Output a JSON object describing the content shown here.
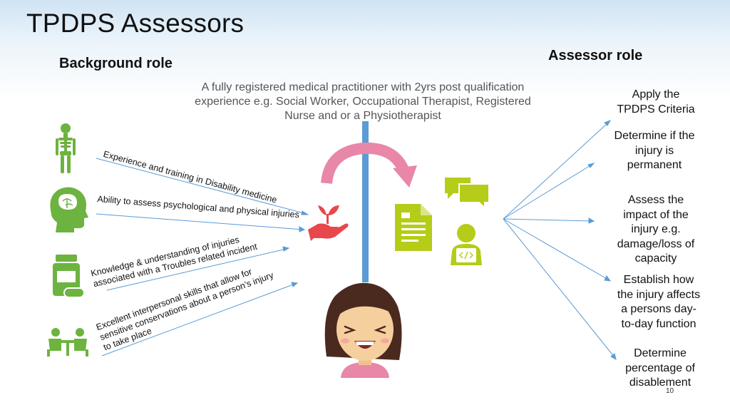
{
  "title": "TPDPS Assessors",
  "background_role": {
    "heading": "Background role",
    "description": "A fully registered medical practitioner with 2yrs post qualification experience e.g. Social Worker, Occupational Therapist, Registered Nurse and or a Physiotherapist",
    "skills": [
      {
        "label": "Experience and training in Disability medicine",
        "icon": "skeleton-icon"
      },
      {
        "label": "Ability to assess psychological and physical injuries",
        "icon": "head-brain-icon"
      },
      {
        "label_lines": [
          "Knowledge & understanding of injuries",
          "associated with a Troubles related incident"
        ],
        "icon": "medicine-bottle-icon"
      },
      {
        "label_lines": [
          "Excellent interpersonal skills that allow for",
          "sensitive conservations about a person’s injury",
          "to take place"
        ],
        "icon": "meeting-icon"
      }
    ]
  },
  "assessor_role": {
    "heading": "Assessor role",
    "items": [
      {
        "lines": [
          "Apply the",
          "TPDPS Criteria"
        ]
      },
      {
        "lines": [
          "Determine if the",
          "injury is",
          "permanent"
        ]
      },
      {
        "lines": [
          "Assess the",
          "impact of the",
          "injury e.g.",
          "damage/loss of",
          "capacity"
        ]
      },
      {
        "lines": [
          "Establish how",
          "the injury affects",
          "a persons day-",
          "to-day function"
        ]
      },
      {
        "lines": [
          "Determine",
          "percentage of",
          "disablement"
        ]
      }
    ]
  },
  "center_icons": [
    "hand-plant-icon",
    "document-icon",
    "chat-bubbles-icon",
    "person-laptop-icon",
    "smiling-woman-avatar",
    "curved-arrow-icon"
  ],
  "colors": {
    "green": "#6db33f",
    "lime": "#b5cc18",
    "pink": "#e887a8",
    "blue_bar": "#5b9bd5",
    "line": "#5b9bd5",
    "red": "#e8474c"
  },
  "page_number": "10"
}
